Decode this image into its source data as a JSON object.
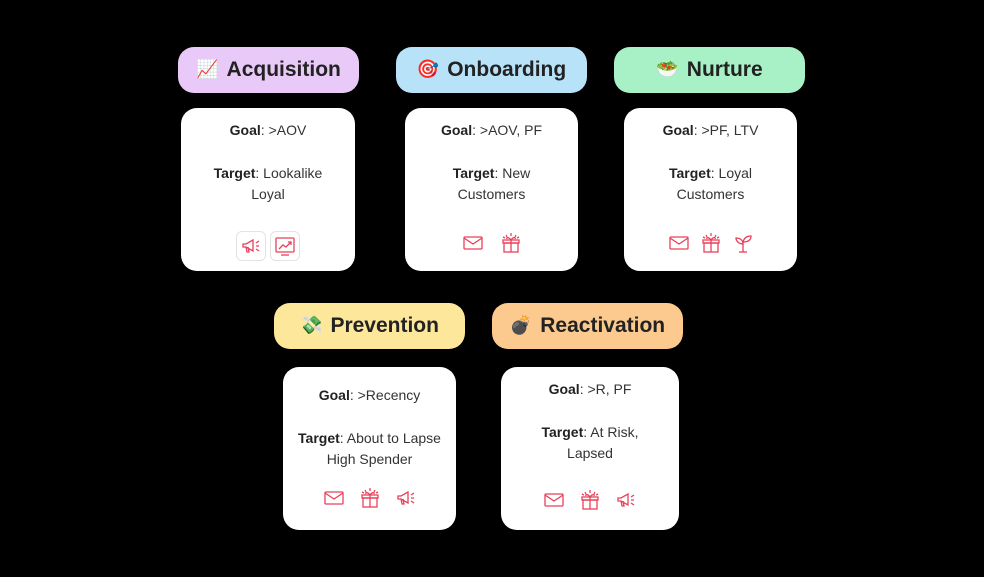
{
  "stages": [
    {
      "key": "acquisition",
      "title": "Acquisition",
      "emoji": "📈",
      "color": "#e9c9f7",
      "goal_label": "Goal",
      "goal_value": ": >AOV",
      "target_label": "Target",
      "target_value": ": Lookalike Loyal",
      "icons": [
        "megaphone-icon",
        "line-chart-icon"
      ]
    },
    {
      "key": "onboarding",
      "title": "Onboarding",
      "emoji": "🎯",
      "color": "#b7e2f8",
      "goal_label": "Goal",
      "goal_value": ": >AOV, PF",
      "target_label": "Target",
      "target_value": ": New Customers",
      "icons": [
        "envelope-icon",
        "gift-icon"
      ]
    },
    {
      "key": "nurture",
      "title": "Nurture",
      "emoji": "🥗",
      "color": "#a8f0c6",
      "goal_label": "Goal",
      "goal_value": ": >PF, LTV",
      "target_label": "Target",
      "target_value": ": Loyal Customers",
      "icons": [
        "envelope-icon",
        "gift-icon",
        "sprout-icon"
      ]
    },
    {
      "key": "prevention",
      "title": "Prevention",
      "emoji": "💸",
      "color": "#fde79a",
      "goal_label": "Goal",
      "goal_value": ": >Recency",
      "target_label": "Target",
      "target_value": ": About to Lapse High Spender",
      "icons": [
        "envelope-icon",
        "gift-icon",
        "megaphone-icon"
      ]
    },
    {
      "key": "reactivation",
      "title": "Reactivation",
      "emoji": "💣",
      "color": "#fcc98e",
      "goal_label": "Goal",
      "goal_value": ": >R, PF",
      "target_label": "Target",
      "target_value": ": At Risk, Lapsed",
      "icons": [
        "envelope-icon",
        "gift-icon",
        "megaphone-icon"
      ]
    }
  ]
}
